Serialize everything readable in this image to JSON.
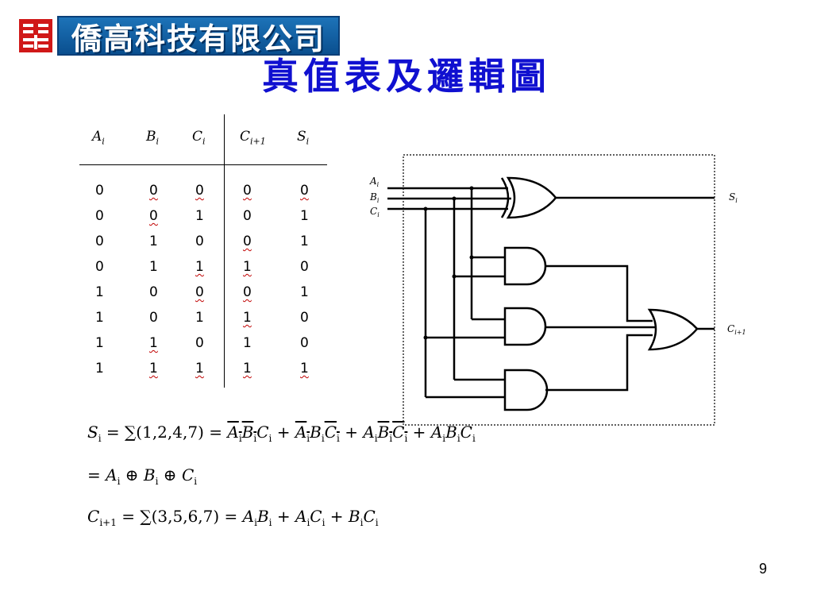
{
  "logo": {
    "text": "僑高科技有限公司"
  },
  "title": "真值表及邏輯圖",
  "truth_table": {
    "headers": [
      {
        "base": "A",
        "sub": "i"
      },
      {
        "base": "B",
        "sub": "i"
      },
      {
        "base": "C",
        "sub": "i"
      },
      {
        "base": "C",
        "sub": "i+1"
      },
      {
        "base": "S",
        "sub": "i"
      }
    ],
    "rows": [
      [
        "0",
        "0",
        "0",
        "0",
        "0"
      ],
      [
        "0",
        "0",
        "1",
        "0",
        "1"
      ],
      [
        "0",
        "1",
        "0",
        "0",
        "1"
      ],
      [
        "0",
        "1",
        "1",
        "1",
        "0"
      ],
      [
        "1",
        "0",
        "0",
        "0",
        "1"
      ],
      [
        "1",
        "0",
        "1",
        "1",
        "0"
      ],
      [
        "1",
        "1",
        "0",
        "1",
        "0"
      ],
      [
        "1",
        "1",
        "1",
        "1",
        "1"
      ]
    ]
  },
  "circuit": {
    "inputs": [
      {
        "base": "A",
        "sub": "i"
      },
      {
        "base": "B",
        "sub": "i"
      },
      {
        "base": "C",
        "sub": "i"
      }
    ],
    "outputs": [
      {
        "base": "S",
        "sub": "i"
      },
      {
        "base": "C",
        "sub": "i+1"
      }
    ]
  },
  "equations": {
    "eq1_lhs": "S",
    "eq1_lhs_sub": "i",
    "eq1_sum": "= ∑(1,2,4,7) =",
    "eq2": "= ",
    "eq3_lhs": "C",
    "eq3_lhs_sub": "i+1",
    "eq3_sum": "= ∑(3,5,6,7) ="
  },
  "page_number": "9",
  "colors": {
    "title": "#1010d0",
    "logo_bg": "#0a4f8f",
    "logo_mark": "#d01818"
  }
}
